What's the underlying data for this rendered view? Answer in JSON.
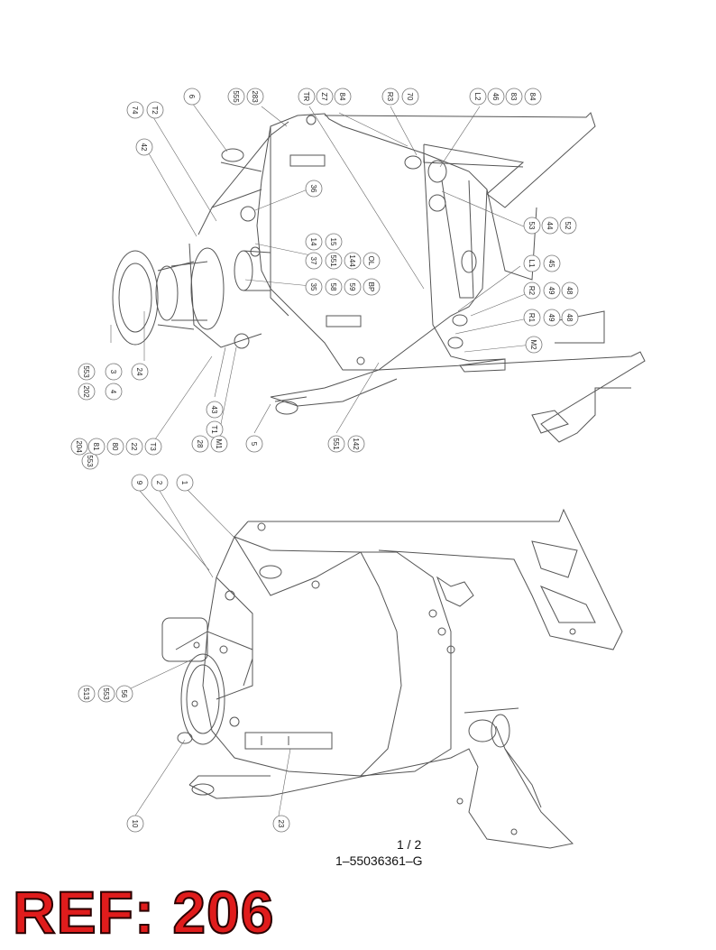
{
  "page_number": "1 / 2",
  "drawing_number": "1–55036361–G",
  "reference_label": "REF: 206",
  "colors": {
    "reference_text": "#e01c1c",
    "reference_outline": "#2a0000",
    "line": "#555555"
  },
  "top_view_callouts": [
    "74",
    "T2",
    "6",
    "555",
    "283",
    "TR",
    "Z7",
    "84",
    "R3",
    "70",
    "L2",
    "46",
    "83",
    "84",
    "42",
    "36",
    "14",
    "15",
    "37",
    "551",
    "144",
    "OL",
    "35",
    "58",
    "59",
    "BP",
    "53",
    "44",
    "52",
    "L1",
    "45",
    "R2",
    "49",
    "48",
    "R1",
    "49",
    "48",
    "M2",
    "553",
    "202",
    "3",
    "4",
    "24",
    "43",
    "T1",
    "204",
    "553",
    "81",
    "80",
    "22",
    "T3",
    "28",
    "M1",
    "5",
    "551",
    "142"
  ],
  "bottom_view_callouts": [
    "9",
    "2",
    "1",
    "513",
    "553",
    "56",
    "10",
    "23"
  ]
}
